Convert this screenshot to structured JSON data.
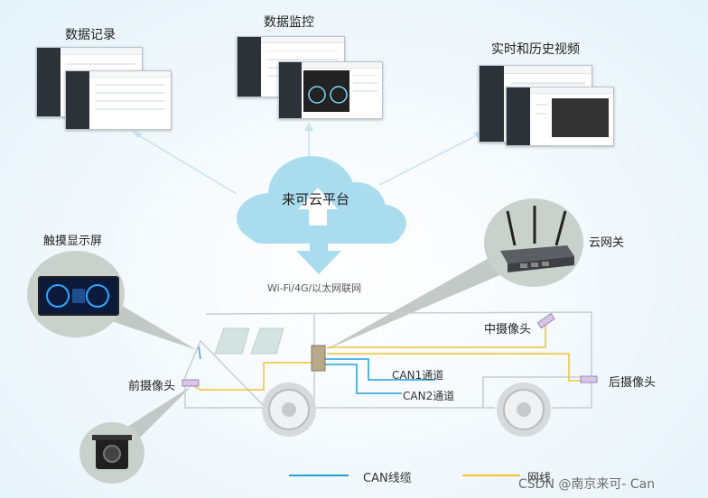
{
  "top_labels": {
    "data_record": "数据记录",
    "data_monitor": "数据监控",
    "video": "实时和历史视频"
  },
  "cloud": {
    "label": "来可云平台",
    "network": "Wi-Fi/4G/以太网联网"
  },
  "devices": {
    "touch_screen": "触摸显示屏",
    "cloud_gateway": "云网关",
    "middle_camera": "中摄像头",
    "front_camera": "前摄像头",
    "rear_camera": "后摄像头",
    "can1": "CAN1通道",
    "can2": "CAN2通道"
  },
  "legend": {
    "can_cable": "CAN线缆",
    "network_cable": "网线"
  },
  "colors": {
    "can_cable": "#1fa0d8",
    "network_cable": "#f2c230",
    "cloud": "#a9dcef"
  },
  "watermark": "CSDN @南京来可- Can"
}
